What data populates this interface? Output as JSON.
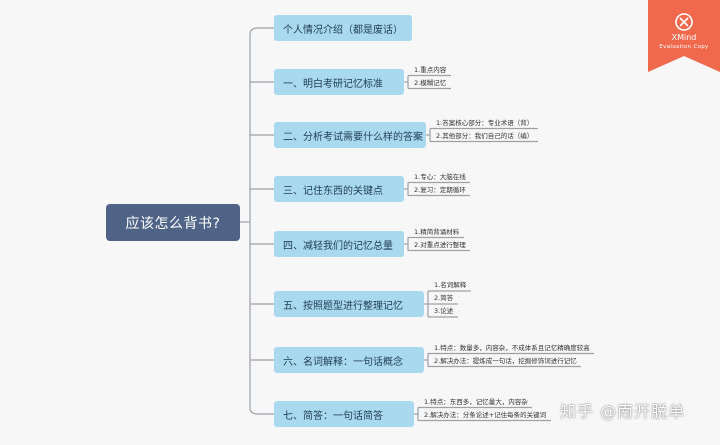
{
  "root": {
    "label": "应该怎么背书?"
  },
  "branches": [
    {
      "label": "个人情况介绍（都是废话）",
      "children": []
    },
    {
      "label": "一、明白考研记忆标准",
      "children": [
        "1.重点内容",
        "2.模糊记忆"
      ]
    },
    {
      "label": "二、分析考试需要什么样的答案",
      "children": [
        "1.答案核心部分：专业术语（背）",
        "2.其他部分：我们自己的话（编）"
      ]
    },
    {
      "label": "三、记住东西的关键点",
      "children": [
        "1.专心：大脑在线",
        "2.复习：定期循环"
      ]
    },
    {
      "label": "四、减轻我们的记忆总量",
      "children": [
        "1.精简背诵材料",
        "2.对重点进行整理"
      ]
    },
    {
      "label": "五、按照题型进行整理记忆",
      "children": [
        "1.名词解释",
        "2.简答",
        "3.论述"
      ]
    },
    {
      "label": "六、名词解释：一句话概念",
      "children": [
        "1.特点：数量多，内容杂，不成体系且记忆精确度较高",
        "2.解决办法：提炼成一句话，挖掘修饰词进行记忆"
      ]
    },
    {
      "label": "七、简答：一句话简答",
      "children": [
        "1.特点：东西多，记忆量大，内容杂",
        "2.解决办法：分条论述+记住每条的关键词"
      ]
    }
  ],
  "badge": {
    "brand": "XMind",
    "subtitle": "Evaluation Copy"
  },
  "watermark": "知乎 @南开脱单",
  "colors": {
    "root": "#4f6386",
    "topic": "#a9d9ee",
    "line": "#9aa1a8",
    "badge": "#f0694d"
  }
}
